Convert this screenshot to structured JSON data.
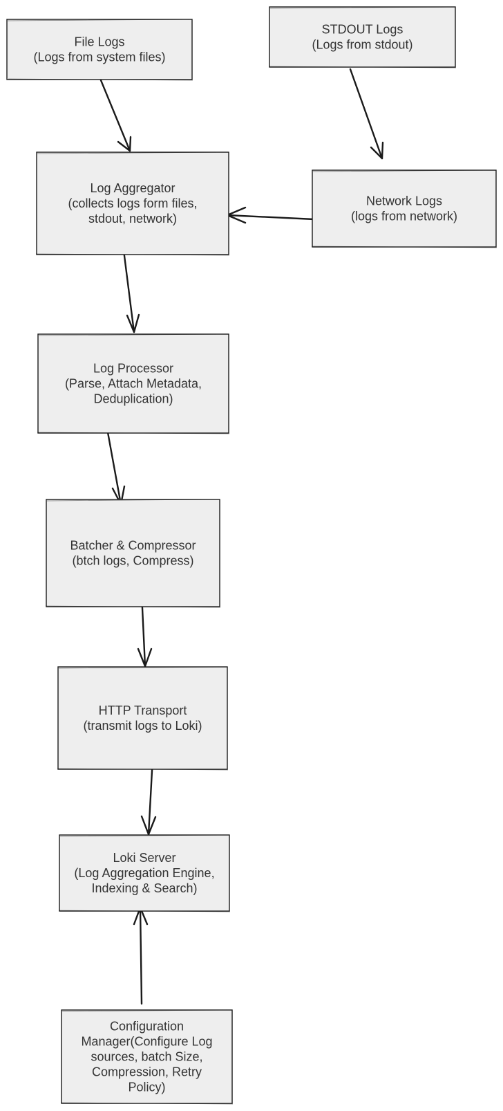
{
  "nodes": {
    "file_logs": {
      "lines": [
        "File Logs",
        "(Logs from system files)"
      ]
    },
    "stdout_logs": {
      "lines": [
        "STDOUT Logs",
        "(Logs from stdout)"
      ]
    },
    "log_aggregator": {
      "lines": [
        "Log Aggregator",
        "(collects logs form files,",
        "stdout, network)"
      ]
    },
    "network_logs": {
      "lines": [
        "Network Logs",
        "(logs from network)"
      ]
    },
    "log_processor": {
      "lines": [
        "Log Processor",
        "(Parse, Attach Metadata,",
        "Deduplication)"
      ]
    },
    "batcher_compressor": {
      "lines": [
        "Batcher & Compressor",
        "(btch logs, Compress)"
      ]
    },
    "http_transport": {
      "lines": [
        "HTTP Transport",
        "(transmit logs to Loki)"
      ]
    },
    "loki_server": {
      "lines": [
        "Loki Server",
        "(Log Aggregation Engine,",
        "Indexing & Search)"
      ]
    },
    "config_manager": {
      "lines": [
        "Configuration",
        "Manager(Configure Log",
        "sources, batch Size,",
        "Compression, Retry",
        "Policy)"
      ]
    }
  },
  "edges": [
    {
      "from": "file_logs",
      "to": "log_aggregator"
    },
    {
      "from": "stdout_logs",
      "to": "network_logs"
    },
    {
      "from": "network_logs",
      "to": "log_aggregator"
    },
    {
      "from": "log_aggregator",
      "to": "log_processor"
    },
    {
      "from": "log_processor",
      "to": "batcher_compressor"
    },
    {
      "from": "batcher_compressor",
      "to": "http_transport"
    },
    {
      "from": "http_transport",
      "to": "loki_server"
    },
    {
      "from": "config_manager",
      "to": "loki_server"
    }
  ],
  "colors": {
    "node_fill": "#eeeeee",
    "stroke": "#1a1a1a",
    "text": "#333333"
  }
}
